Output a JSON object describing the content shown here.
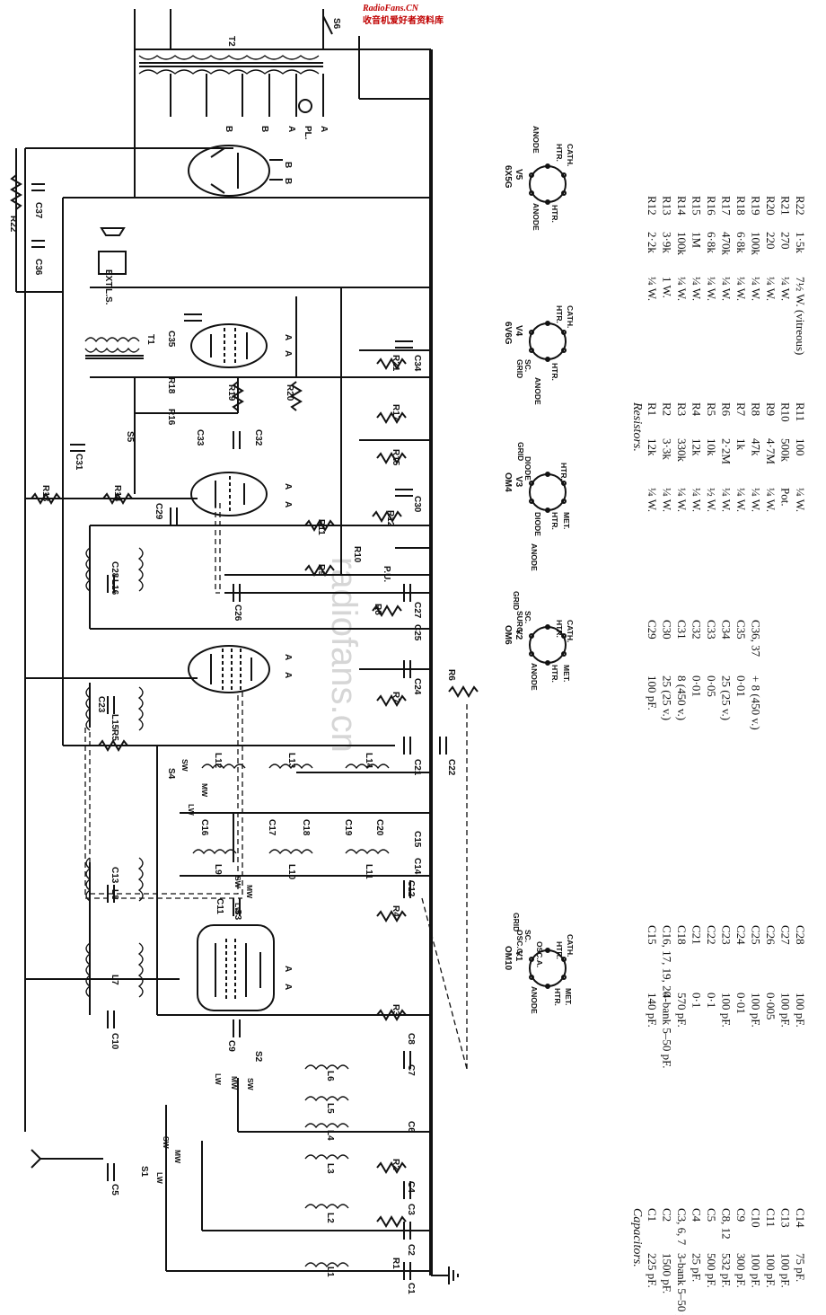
{
  "watermark": {
    "site": "RadioFans.CN",
    "tagline": "收音机爱好者资料库",
    "faint": "radiofans.cn"
  },
  "valves": [
    {
      "id": "V1",
      "type": "OM10",
      "pins": [
        "SC.",
        "OSC.G.",
        "GRID",
        "ANODE",
        "OSC.A.",
        "HTR.",
        "HTR.",
        "MET.",
        "CATH."
      ]
    },
    {
      "id": "V2",
      "type": "OM6",
      "pins": [
        "SC.",
        "SURG.",
        "GRID",
        "ANODE",
        "HTR.",
        "MET.",
        "HTR.",
        "CATH."
      ]
    },
    {
      "id": "V3",
      "type": "OM4",
      "pins": [
        "DIODE",
        "DIODE",
        "GRID",
        "ANODE",
        "HTR.",
        "MET.",
        "HTR."
      ]
    },
    {
      "id": "V4",
      "type": "6V6G",
      "pins": [
        "SC.",
        "GRID",
        "ANODE",
        "HTR.",
        "HTR.",
        "CATH."
      ]
    },
    {
      "id": "V5",
      "type": "6X5G",
      "pins": [
        "ANODE",
        "ANODE",
        "HTR.",
        "HTR.",
        "CATH."
      ]
    }
  ],
  "component_labels": [
    "C1",
    "C2",
    "C3",
    "C4",
    "C5",
    "C6",
    "C7",
    "C8",
    "C9",
    "C10",
    "C11",
    "C12",
    "C13",
    "C14",
    "C15",
    "C16",
    "C17",
    "C18",
    "C19",
    "C20",
    "C21",
    "C22",
    "C23",
    "C24",
    "C25",
    "C26",
    "C27",
    "C28",
    "C29",
    "C30",
    "C31",
    "C32",
    "C33",
    "C34",
    "C35",
    "C36",
    "C37",
    "R1",
    "R2",
    "R3",
    "R4",
    "R5",
    "R6",
    "R7",
    "R8",
    "R9",
    "R10",
    "R11",
    "R12",
    "R13",
    "R14",
    "R15",
    "R16",
    "R17",
    "R18",
    "R19",
    "R20",
    "R21",
    "R22",
    "L1",
    "L2",
    "L3",
    "L4",
    "L5",
    "L6",
    "L7",
    "L8",
    "L9",
    "L10",
    "L11",
    "L12",
    "L13",
    "L14",
    "L15",
    "L16",
    "T1",
    "T2",
    "S1",
    "S2",
    "S3",
    "S4",
    "S5",
    "S6",
    "P.U.",
    "EXT.L.S.",
    "PL.",
    "SW",
    "MW",
    "LW",
    "A",
    "B"
  ],
  "capacitors": {
    "heading": "Capacitors.",
    "rows": [
      {
        "ref": "C1",
        "value": "225 pF."
      },
      {
        "ref": "C2",
        "value": "1500 pF."
      },
      {
        "ref": "C3, 6, 7",
        "value": "3-bank 5–50 pF."
      },
      {
        "ref": "C4",
        "value": "25 pF."
      },
      {
        "ref": "C5",
        "value": "500 pF."
      },
      {
        "ref": "C8, 12",
        "value": "532 pF."
      },
      {
        "ref": "C9",
        "value": "300 pF."
      },
      {
        "ref": "C10",
        "value": "100 pF."
      },
      {
        "ref": "C11",
        "value": "100 pF."
      },
      {
        "ref": "C13",
        "value": "100 pF."
      },
      {
        "ref": "C14",
        "value": "75 pF."
      },
      {
        "ref": "C15",
        "value": "140 pF."
      },
      {
        "ref": "C16, 17, 19, 20",
        "value": "4-bank 5–50 pF."
      },
      {
        "ref": "C18",
        "value": "570 pF."
      },
      {
        "ref": "C21",
        "value": "0·1"
      },
      {
        "ref": "C22",
        "value": "0·1"
      },
      {
        "ref": "C23",
        "value": "100 pF."
      },
      {
        "ref": "C24",
        "value": "0·01"
      },
      {
        "ref": "C25",
        "value": "100 pF."
      },
      {
        "ref": "C26",
        "value": "0·005"
      },
      {
        "ref": "C27",
        "value": "100 pF."
      },
      {
        "ref": "C28",
        "value": "100 pF."
      },
      {
        "ref": "C29",
        "value": "100 pF."
      },
      {
        "ref": "C30",
        "value": "25 (25 v.)"
      },
      {
        "ref": "C31",
        "value": "8 (450 v.)"
      },
      {
        "ref": "C32",
        "value": "0·01"
      },
      {
        "ref": "C33",
        "value": "0·05"
      },
      {
        "ref": "C34",
        "value": "25 (25 v.)"
      },
      {
        "ref": "C35",
        "value": "0·01"
      },
      {
        "ref": "C36, 37",
        "value": "+ 8 (450 v.)"
      }
    ]
  },
  "resistors": {
    "heading": "Resistors.",
    "rows": [
      {
        "ref": "R1",
        "value": "12k",
        "watt": "¼ W."
      },
      {
        "ref": "R2",
        "value": "3·3k",
        "watt": "¼ W."
      },
      {
        "ref": "R3",
        "value": "330k",
        "watt": "¼ W."
      },
      {
        "ref": "R4",
        "value": "12k",
        "watt": "¼ W."
      },
      {
        "ref": "R5",
        "value": "10k",
        "watt": "½ W."
      },
      {
        "ref": "R6",
        "value": "2·2M",
        "watt": "¼ W."
      },
      {
        "ref": "R7",
        "value": "1k",
        "watt": "¼ W."
      },
      {
        "ref": "R8",
        "value": "47k",
        "watt": "¼ W."
      },
      {
        "ref": "R9",
        "value": "4·7M",
        "watt": "¼ W."
      },
      {
        "ref": "R10",
        "value": "500k",
        "watt": "Pot."
      },
      {
        "ref": "R11",
        "value": "100",
        "watt": "¼ W."
      },
      {
        "ref": "R12",
        "value": "2·2k",
        "watt": "¼ W."
      },
      {
        "ref": "R13",
        "value": "3·9k",
        "watt": "1 W."
      },
      {
        "ref": "R14",
        "value": "100k",
        "watt": "¼ W."
      },
      {
        "ref": "R15",
        "value": "1M",
        "watt": "¼ W."
      },
      {
        "ref": "R16",
        "value": "6·8k",
        "watt": "¼ W."
      },
      {
        "ref": "R17",
        "value": "470k",
        "watt": "¼ W."
      },
      {
        "ref": "R18",
        "value": "6·8k",
        "watt": "¼ W."
      },
      {
        "ref": "R19",
        "value": "100k",
        "watt": "¼ W."
      },
      {
        "ref": "R20",
        "value": "220",
        "watt": "¼ W."
      },
      {
        "ref": "R21",
        "value": "270",
        "watt": "¼ W."
      },
      {
        "ref": "R22",
        "value": "1·5k",
        "watt": "7½ W. (vitreous)"
      }
    ]
  }
}
